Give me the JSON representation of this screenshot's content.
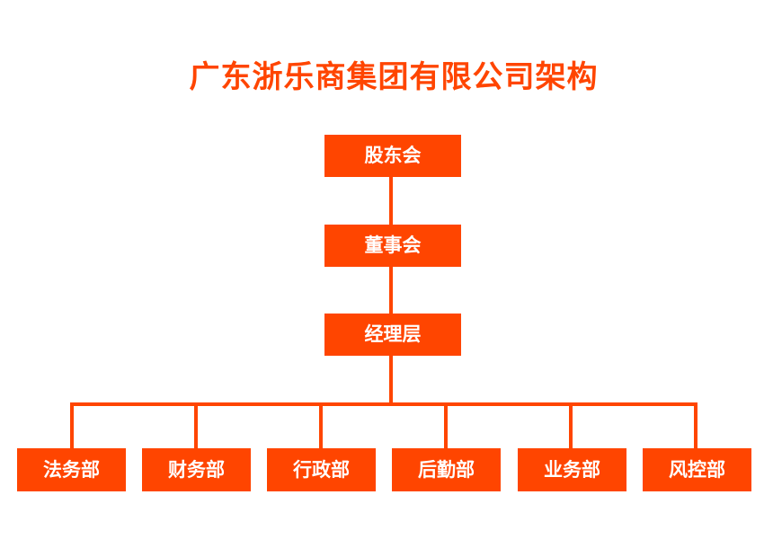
{
  "colors": {
    "accent": "#FF4500",
    "box_text": "#FFFFFF",
    "background": "#FFFFFF"
  },
  "title": "广东浙乐商集团有限公司架构",
  "hierarchy": {
    "level1": "股东会",
    "level2": "董事会",
    "level3": "经理层",
    "departments": [
      "法务部",
      "财务部",
      "行政部",
      "后勤部",
      "业务部",
      "风控部"
    ]
  }
}
